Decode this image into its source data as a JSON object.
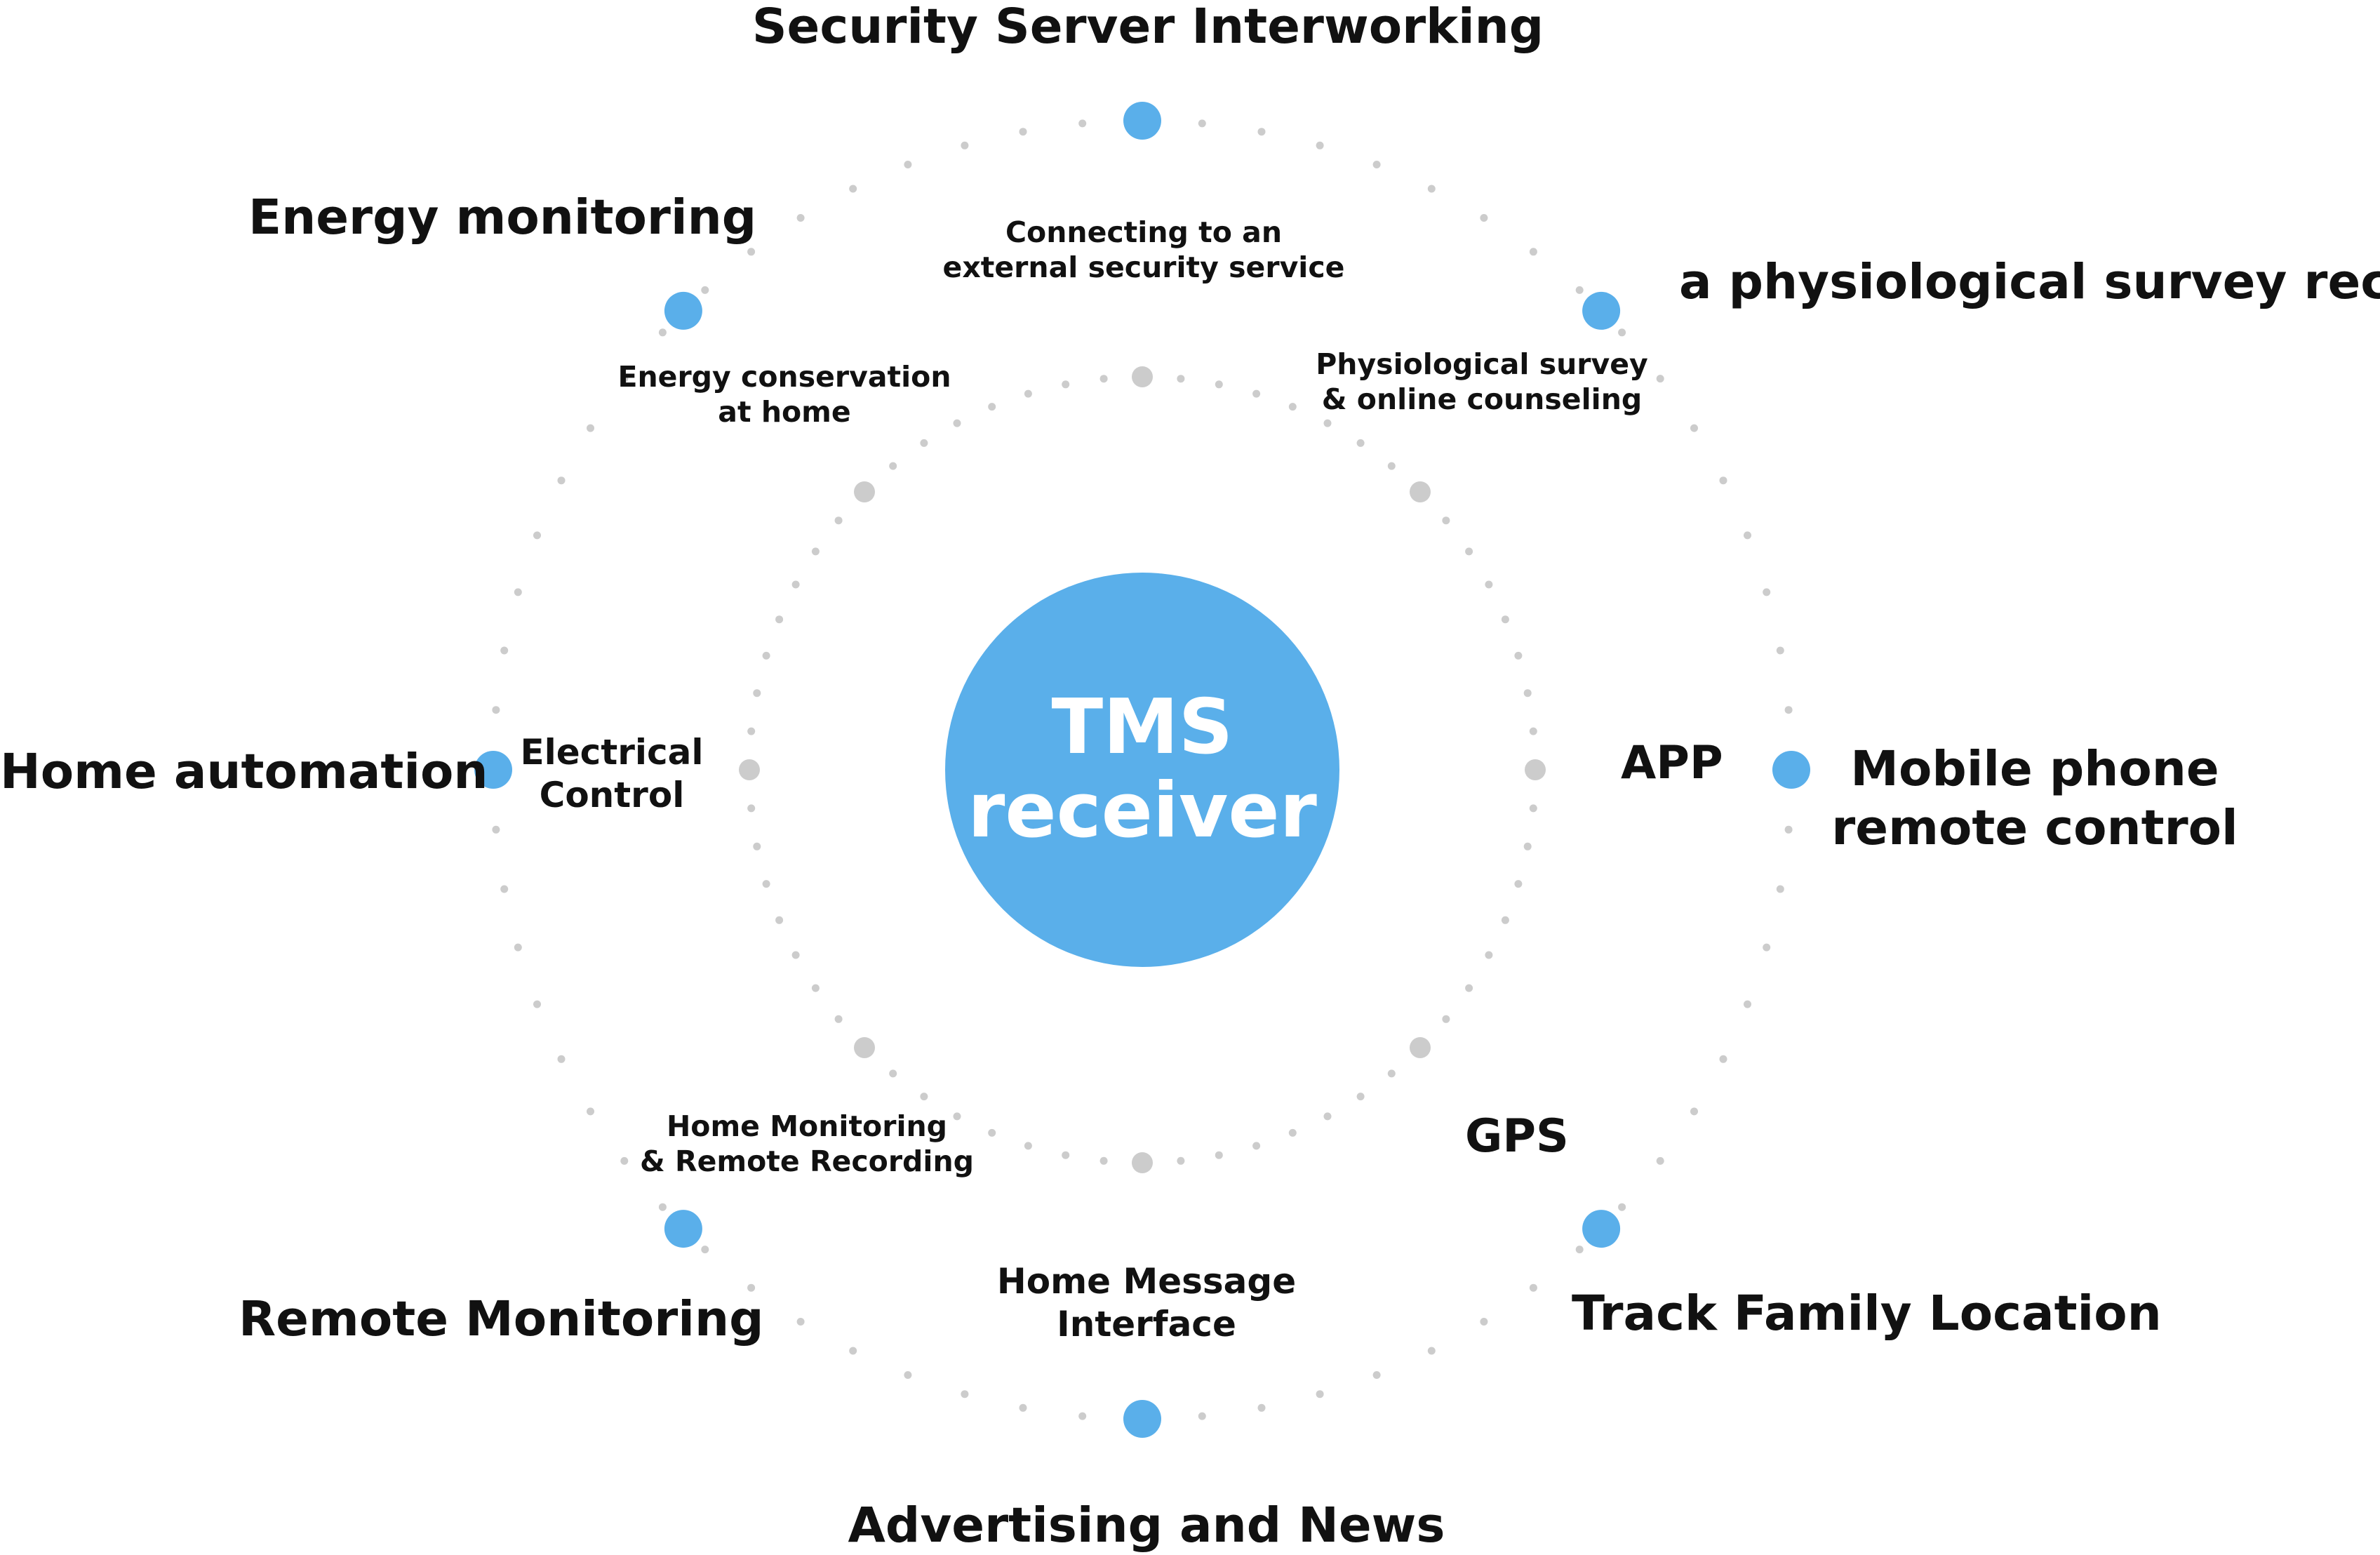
{
  "colors": {
    "accent": "#5aafea",
    "dot": "#cccccc",
    "text": "#111111"
  },
  "hub": {
    "line1": "TMS",
    "line2": "receiver"
  },
  "outer_nodes": {
    "security_server": "Security Server Interworking",
    "energy_monitoring": "Energy monitoring",
    "physiological_record": "a physiological survey record",
    "home_automation": "Home automation",
    "mobile_phone_line1": "Mobile phone",
    "mobile_phone_line2": "remote control",
    "remote_monitoring": "Remote Monitoring",
    "track_family": "Track Family Location",
    "advertising": "Advertising and News"
  },
  "inner_labels": {
    "connecting_line1": "Connecting to an",
    "connecting_line2": "external security service",
    "energy_line1": "Energy conservation",
    "energy_line2": "at home",
    "physio_line1": "Physiological survey",
    "physio_line2": "& online counseling",
    "electrical_line1": "Electrical",
    "electrical_line2": "Control",
    "app": "APP",
    "home_monitoring_line1": "Home Monitoring",
    "home_monitoring_line2": "& Remote Recording",
    "gps": "GPS",
    "home_message_line1": "Home Message",
    "home_message_line2": "Interface"
  }
}
